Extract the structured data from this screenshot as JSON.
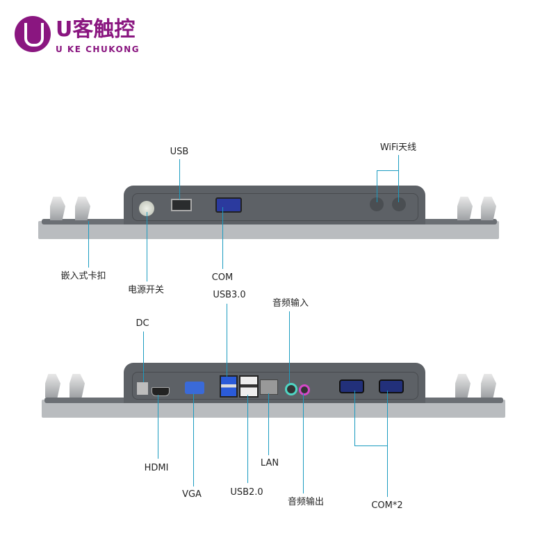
{
  "brand": {
    "name": "U客触控",
    "subtitle": "U KE CHUKONG",
    "color": "#8a1680"
  },
  "line_color": "#1a9bc0",
  "top_view": {
    "labels": {
      "usb": "USB",
      "wifi": "WiFi天线",
      "clip": "嵌入式卡扣",
      "power": "电源开关",
      "com": "COM"
    }
  },
  "bottom_view": {
    "labels": {
      "usb3": "USB3.0",
      "audio_in": "音频输入",
      "dc": "DC",
      "hdmi": "HDMI",
      "vga": "VGA",
      "usb2": "USB2.0",
      "lan": "LAN",
      "audio_out": "音频输出",
      "com2": "COM*2"
    }
  }
}
